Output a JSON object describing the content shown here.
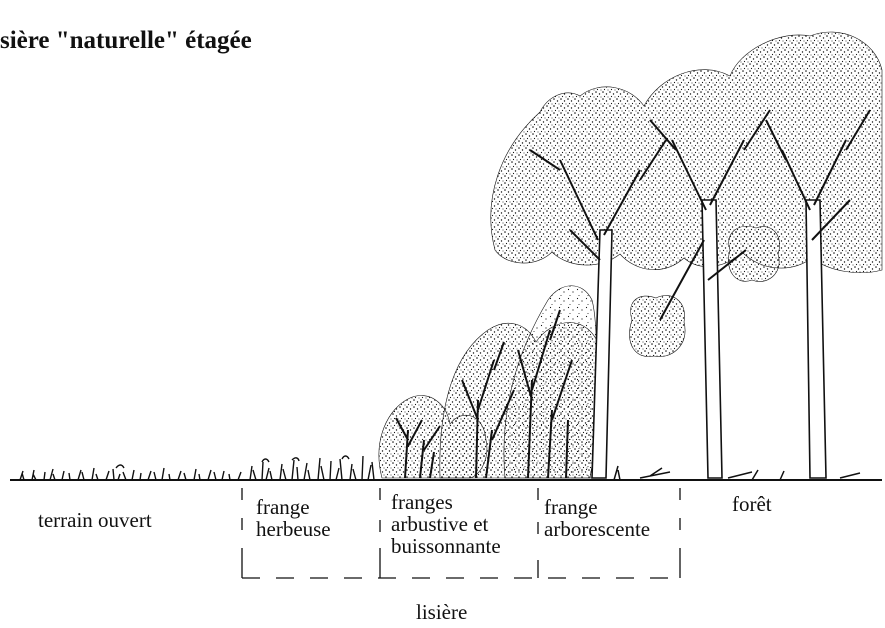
{
  "title": "sière \"naturelle\" étagée",
  "zones": {
    "terrain": "terrain ouvert",
    "herbeuse": [
      "frange",
      "herbeuse"
    ],
    "arbustive": [
      "franges",
      "arbustive et",
      "buissonnante"
    ],
    "arborescente": [
      "frange",
      "arborescente"
    ],
    "foret": "forêt"
  },
  "edge_label": "lisière",
  "colors": {
    "ink": "#111111",
    "background": "#ffffff"
  }
}
